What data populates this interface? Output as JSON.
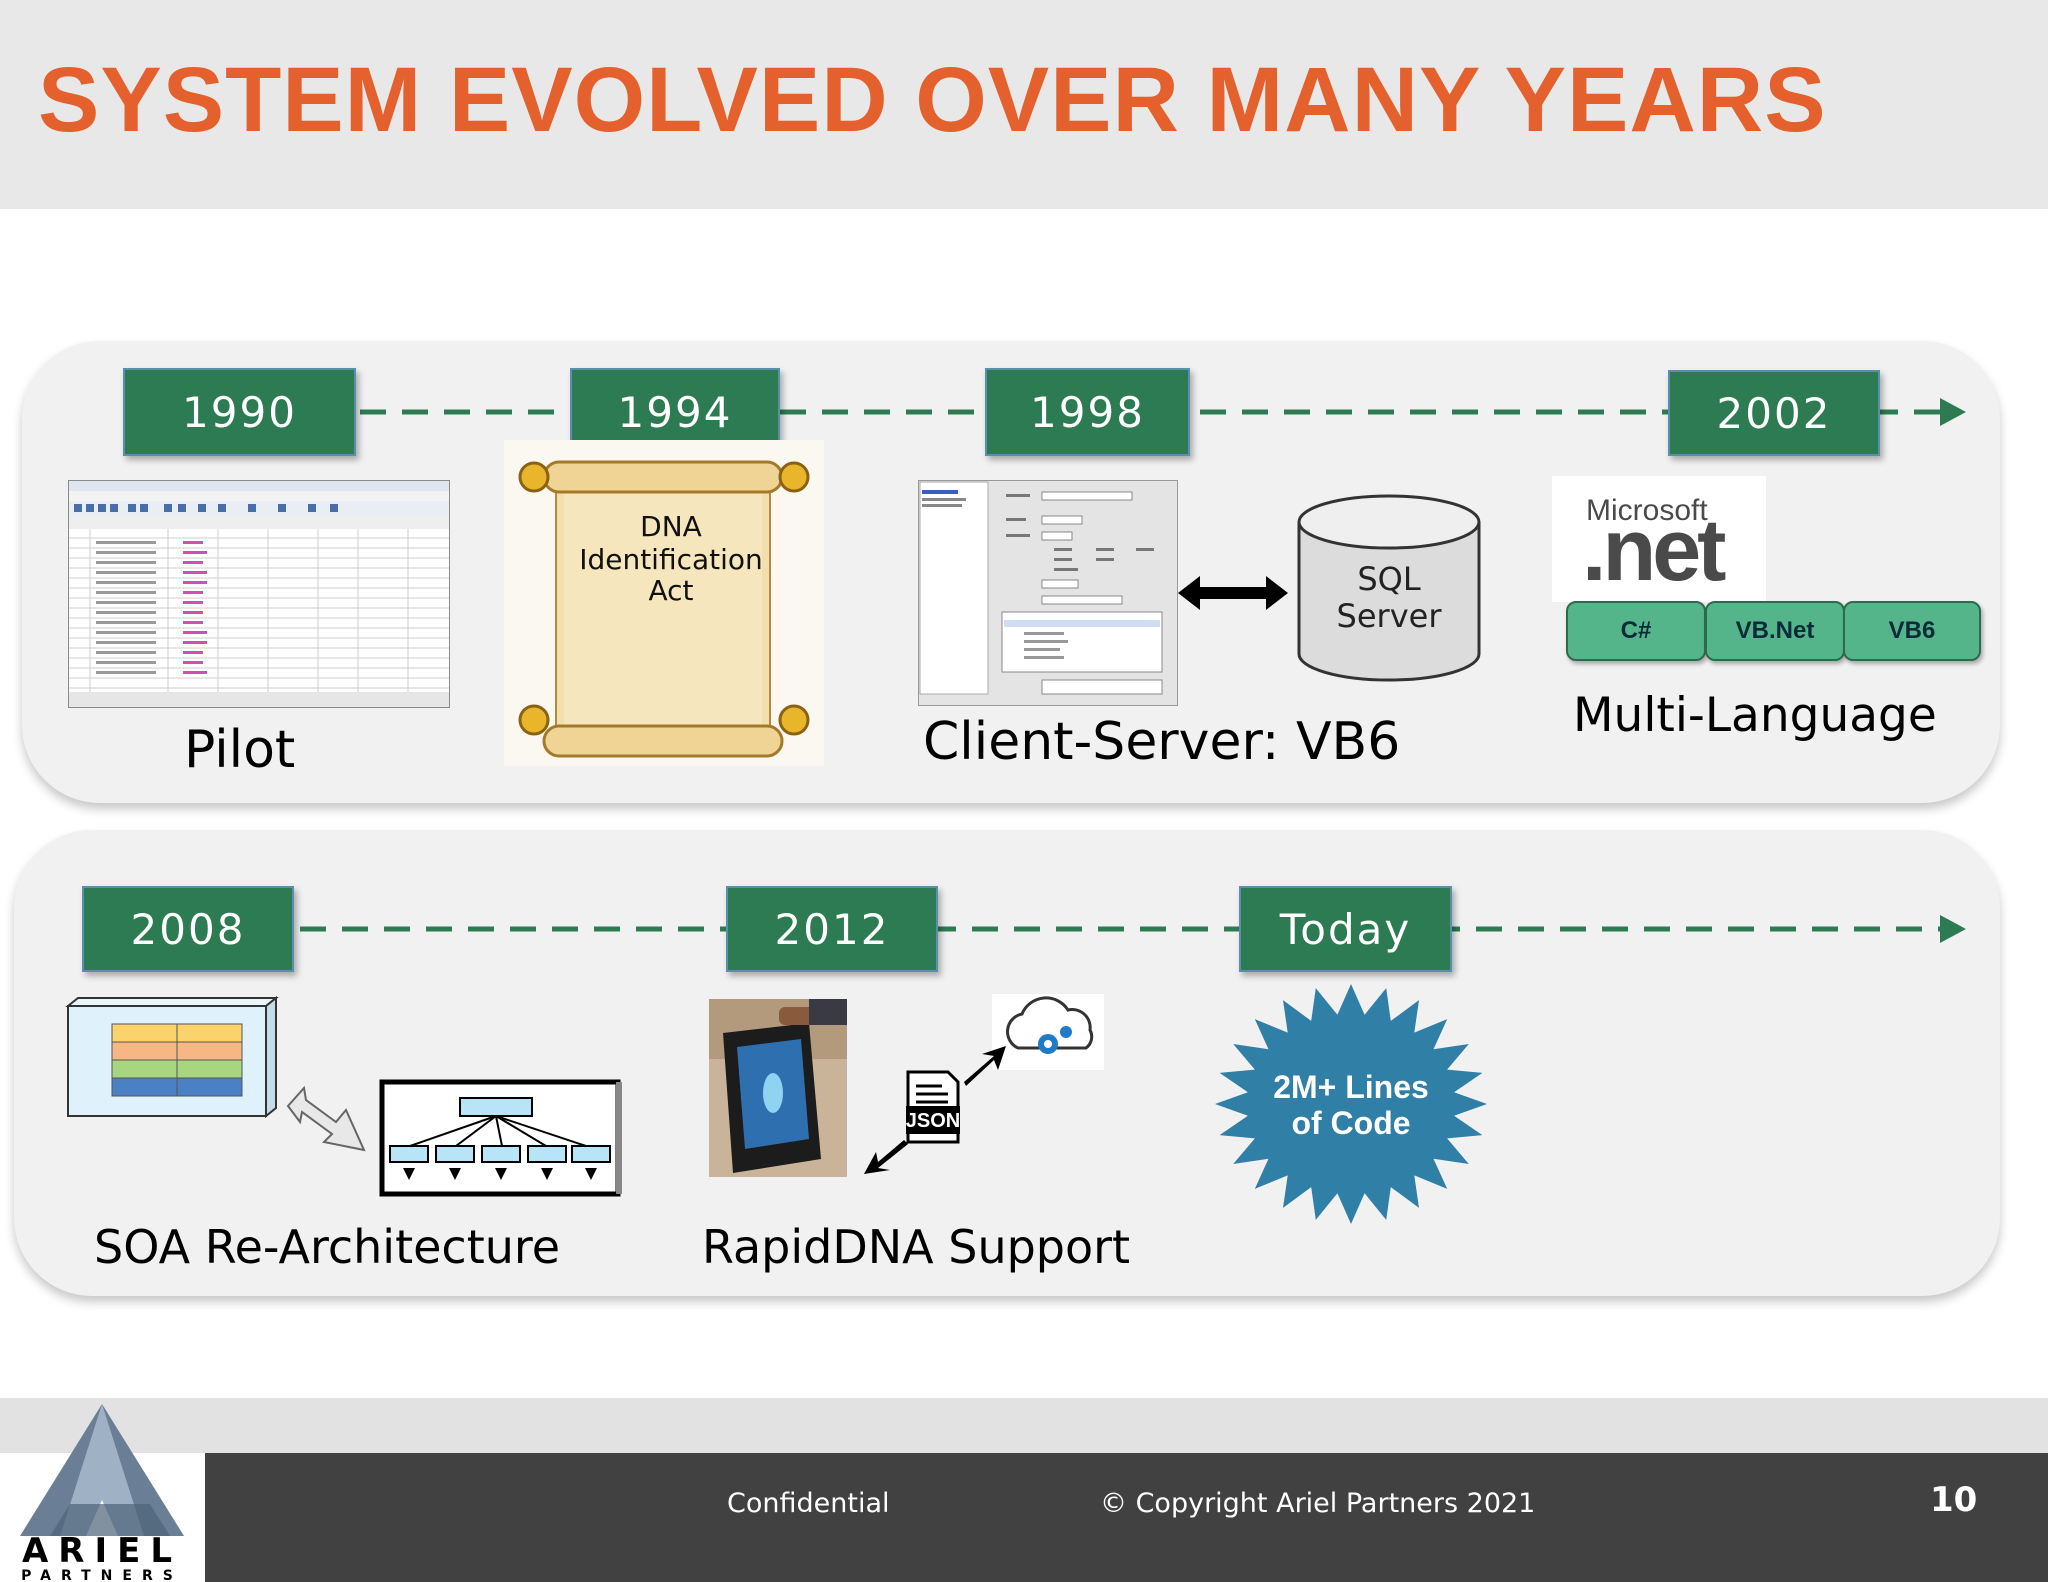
{
  "slide": {
    "title": "SYSTEM EVOLVED OVER MANY YEARS",
    "page_number": "10"
  },
  "timeline_top": {
    "years": [
      "1990",
      "1994",
      "1998",
      "2002"
    ],
    "pilot_label": "Pilot",
    "scroll_text": [
      "DNA",
      "Identification",
      "Act"
    ],
    "client_server_label": "Client-Server: VB6",
    "sql_server_text": [
      "SQL",
      "Server"
    ],
    "net_logo": {
      "brand": "Microsoft",
      "name": ".net"
    },
    "languages": [
      "C#",
      "VB.Net",
      "VB6"
    ],
    "multi_language_label": "Multi-Language"
  },
  "timeline_bottom": {
    "years": [
      "2008",
      "2012",
      "Today"
    ],
    "soa_label": "SOA Re-Architecture",
    "rapiddna_label": "RapidDNA Support",
    "json_label": "JSON",
    "starburst_text": [
      "2M+ Lines",
      "of Code"
    ]
  },
  "footer": {
    "confidential": "Confidential",
    "copyright": "© Copyright Ariel Partners 2021",
    "logo_word": "ARIEL",
    "logo_subword": "PARTNERS"
  },
  "colors": {
    "title_orange": "#e4612e",
    "year_green": "#2d7b52",
    "language_green": "#55b58a",
    "starburst_blue": "#2f7fa6",
    "footer_dark": "#414141"
  }
}
